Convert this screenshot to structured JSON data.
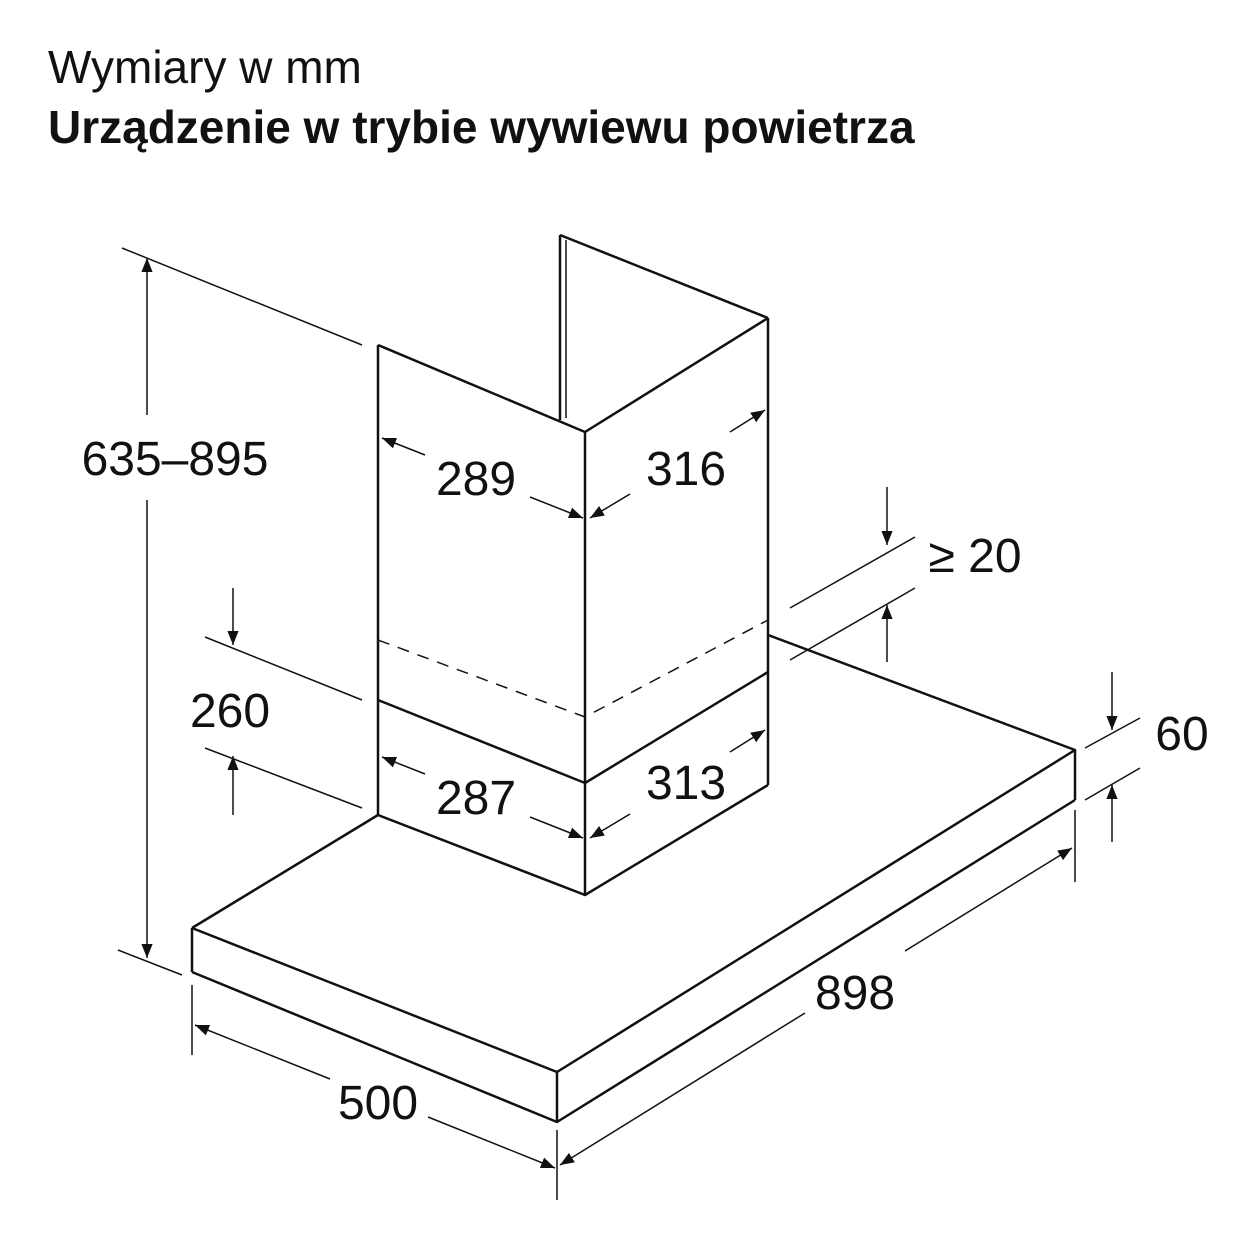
{
  "title": "Wymiary w mm",
  "subtitle": "Urządzenie w trybie wywiewu powietrza",
  "dimensions": {
    "total_height": "635–895",
    "upper_chimney_depth": "289",
    "upper_chimney_width": "316",
    "lower_chimney_depth": "287",
    "lower_chimney_width": "313",
    "chimney_overlap": "260",
    "min_gap": "≥ 20",
    "hood_height": "60",
    "hood_width": "898",
    "hood_depth": "500"
  },
  "colors": {
    "line": "#111111",
    "background": "#ffffff"
  }
}
